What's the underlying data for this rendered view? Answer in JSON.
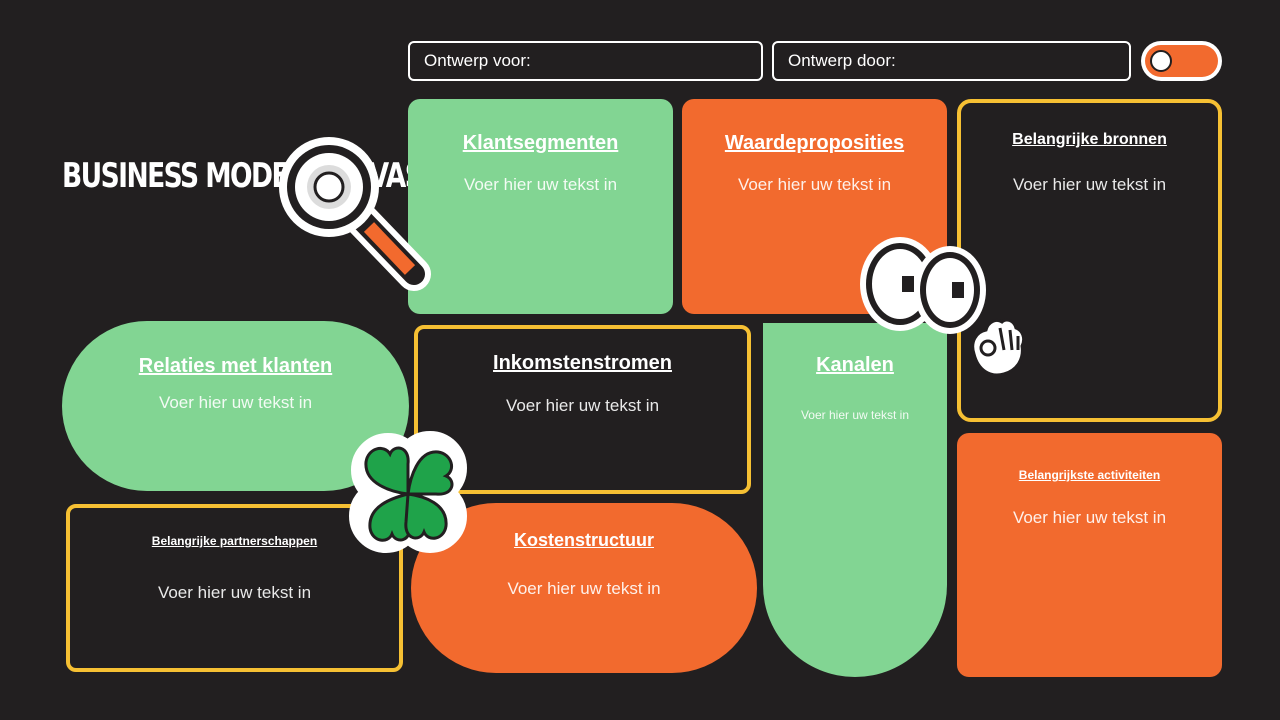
{
  "header": {
    "title": "BUSINESS MODEL CANVAS",
    "design_for_label": "Ontwerp voor:",
    "design_by_label": "Ontwerp door:"
  },
  "blocks": {
    "customer_segments": {
      "title": "Klantsegmenten",
      "body": "Voer hier uw tekst in"
    },
    "value_propositions": {
      "title": "Waardeproposities",
      "body": "Voer hier uw tekst in"
    },
    "key_resources": {
      "title": "Belangrijke bronnen",
      "body": "Voer hier uw tekst in"
    },
    "customer_relationships": {
      "title": "Relaties met klanten",
      "body": "Voer hier uw tekst in"
    },
    "revenue_streams": {
      "title": "Inkomstenstromen",
      "body": "Voer hier uw tekst in"
    },
    "channels": {
      "title": "Kanalen",
      "body": "Voer hier uw tekst in"
    },
    "key_partnerships": {
      "title": "Belangrijke partnerschappen",
      "body": "Voer hier uw tekst in"
    },
    "cost_structure": {
      "title": "Kostenstructuur",
      "body": "Voer hier uw tekst in"
    },
    "key_activities": {
      "title": "Belangrijkste activiteiten",
      "body": "Voer hier uw tekst in"
    }
  },
  "icons": [
    "magnifier-icon",
    "eyes-icon",
    "ok-hand-icon",
    "clover-icon",
    "toggle-icon"
  ],
  "colors": {
    "background": "#221f20",
    "green": "#82d593",
    "orange": "#f26a2e",
    "yellow_outline": "#f6c033",
    "white": "#ffffff"
  }
}
